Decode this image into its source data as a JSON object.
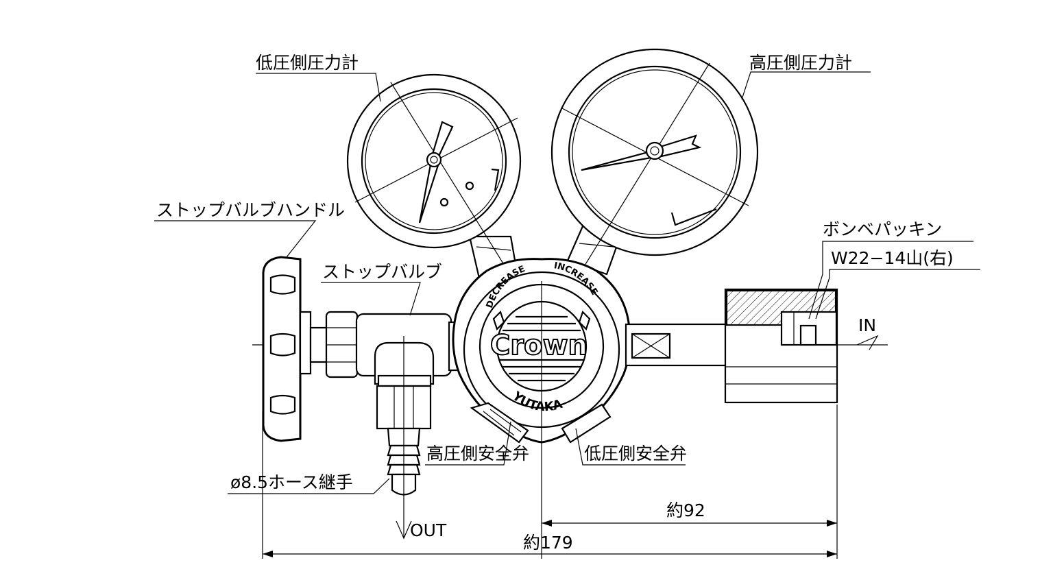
{
  "labels": {
    "low_pressure_gauge": "低圧側圧力計",
    "high_pressure_gauge": "高圧側圧力計",
    "stop_valve_handle": "ストップバルブハンドル",
    "stop_valve": "ストップバルブ",
    "cylinder_packing": "ボンベパッキン",
    "thread_spec": "W22−14山(右)",
    "inlet": "IN",
    "outlet": "OUT",
    "hose_fitting": "ø8.5ホース継手",
    "high_safety_valve": "高圧側安全弁",
    "low_safety_valve": "低圧側安全弁"
  },
  "dimensions": {
    "overall_width": "約179",
    "center_to_inlet": "約92"
  },
  "knob_text": {
    "brand": "Crown",
    "maker": "YUTAKA",
    "decrease": "DECREASE",
    "increase": "INCREASE"
  }
}
